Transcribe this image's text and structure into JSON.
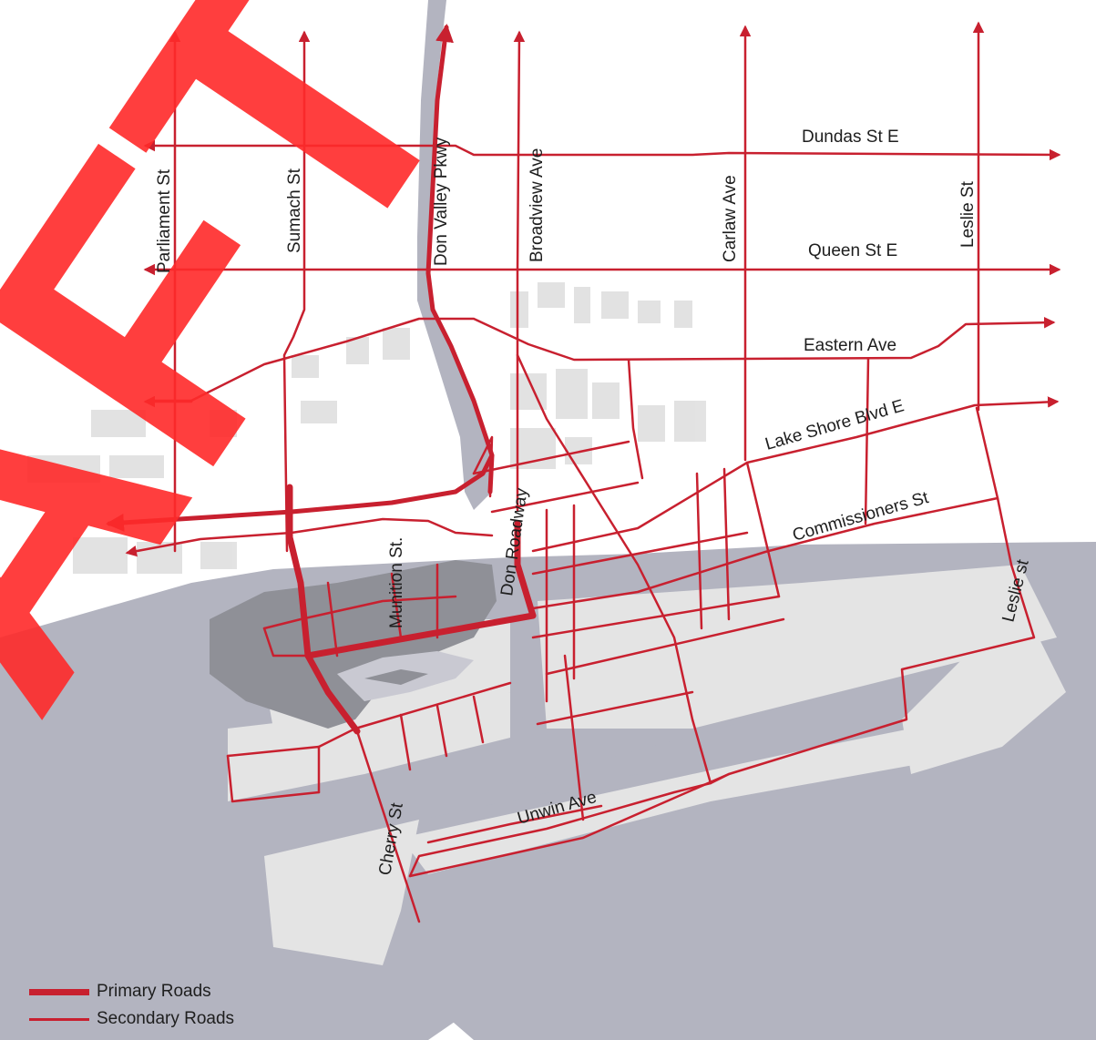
{
  "map": {
    "road_color": "#c8202f",
    "water_color": "#b3b4c0",
    "block_color": "#e6e6e6",
    "watermark_color": "#ff2a2a",
    "watermark_text": "AFT"
  },
  "street_labels": {
    "parliament": "Parliament St",
    "sumach": "Sumach St",
    "don_valley": "Don Valley Pkwy",
    "broadview": "Broadview Ave",
    "carlaw": "Carlaw Ave",
    "leslie_north": "Leslie St",
    "dundas": "Dundas St E",
    "queen": "Queen St E",
    "eastern": "Eastern Ave",
    "lake_shore": "Lake Shore Blvd E",
    "commissioners": "Commissioners St",
    "leslie_south": "Leslie st",
    "munition": "Munition St.",
    "don_roadway": "Don Roadway",
    "unwin": "Unwin Ave",
    "cherry": "Cherry St"
  },
  "legend": {
    "primary": "Primary Roads",
    "secondary": "Secondary Roads"
  }
}
